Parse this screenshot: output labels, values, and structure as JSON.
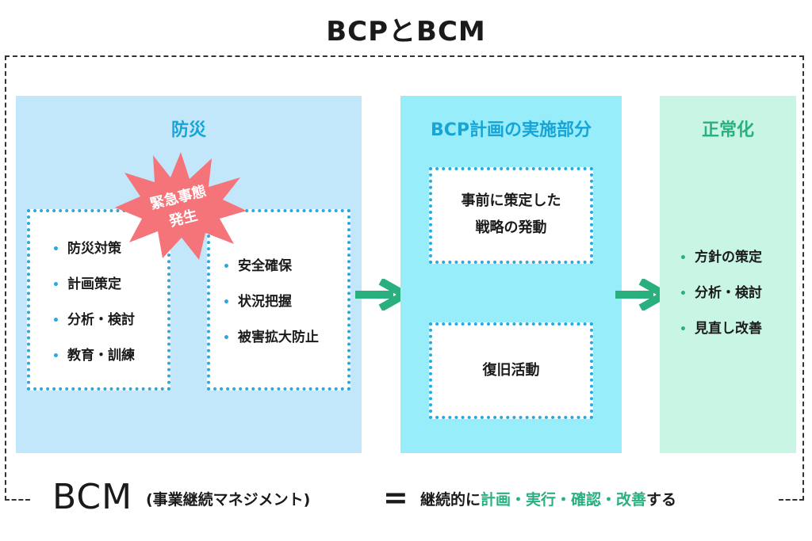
{
  "title": "BCPとBCM",
  "prevention": {
    "title": "防災",
    "box_a_items": [
      "防災対策",
      "計画策定",
      "分析・検討",
      "教育・訓練"
    ],
    "box_b_items": [
      "安全確保",
      "状況把握",
      "被害拡大防止"
    ],
    "burst": {
      "line1": "緊急事態",
      "line2": "発生"
    }
  },
  "bcp": {
    "title": "BCP計画の実施部分",
    "box_c": {
      "line1": "事前に策定した",
      "line2": "戦略の発動"
    },
    "box_d": "復旧活動"
  },
  "normal": {
    "title": "正常化",
    "items": [
      "方針の策定",
      "分析・検討",
      "見直し改善"
    ]
  },
  "footer": {
    "bcm": "BCM",
    "bcm_sub": "(事業継続マネジメント)",
    "equals": "=",
    "prefix": "継続的に",
    "highlight": "計画・実行・確認・改善",
    "suffix": "する"
  },
  "colors": {
    "prevention_bg": "#c2e6fa",
    "bcp_bg": "#97edfa",
    "normal_bg": "#c9f5e5",
    "blue_accent": "#17a4d6",
    "green_accent": "#2ab07f",
    "arrow": "#2ab07f",
    "burst": "#f4747a"
  }
}
